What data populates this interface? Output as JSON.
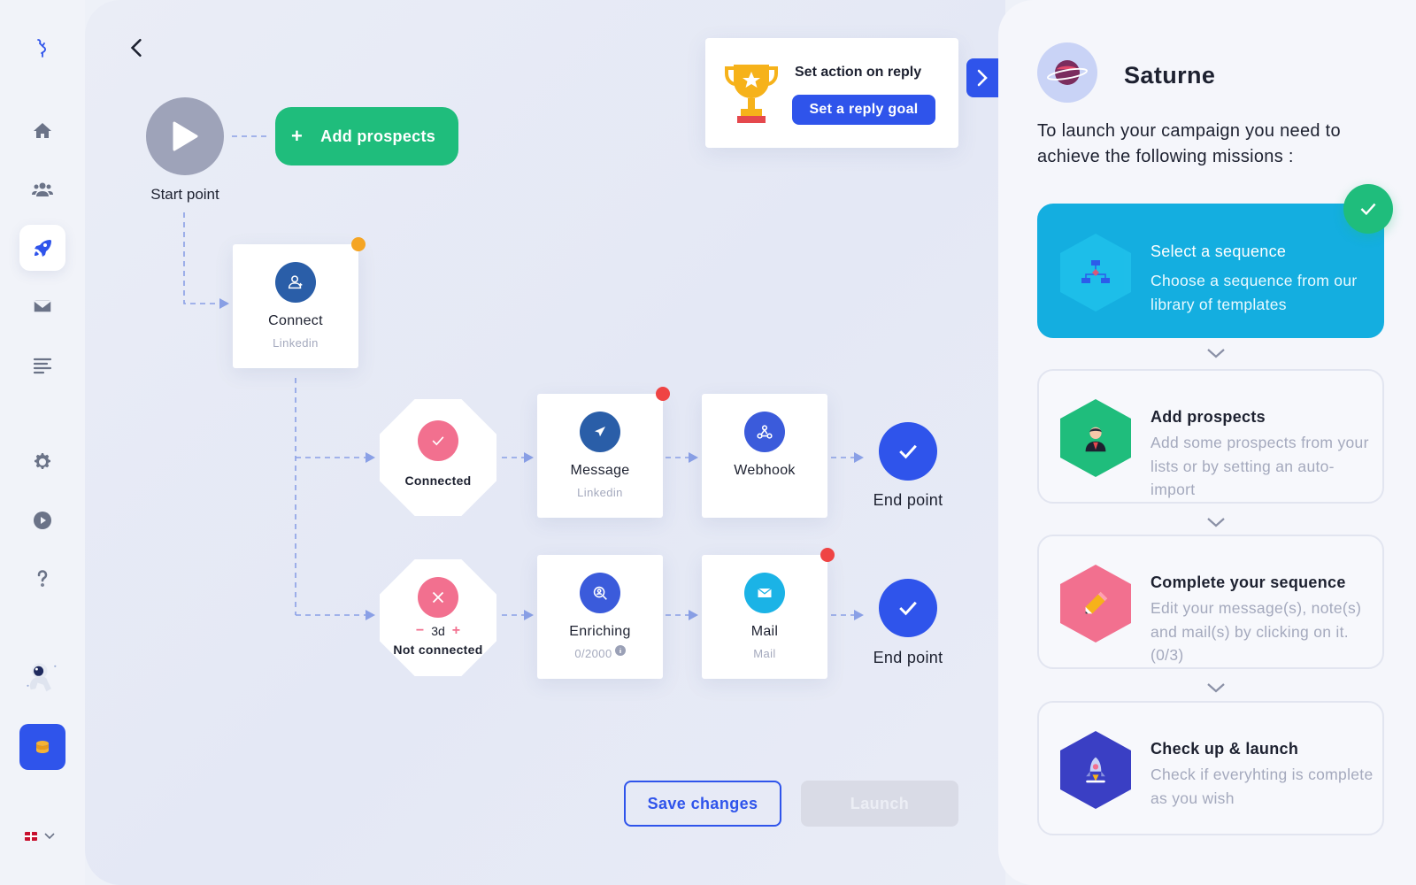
{
  "app": {
    "panel_open_title": "Saturne"
  },
  "sidebar": {
    "items": [
      {
        "name": "logo",
        "icon": "flamingo-logo-icon"
      },
      {
        "name": "home",
        "icon": "home-icon"
      },
      {
        "name": "prospects",
        "icon": "users-icon"
      },
      {
        "name": "campaigns",
        "icon": "rocket-icon",
        "active": true
      },
      {
        "name": "messages",
        "icon": "mail-icon"
      },
      {
        "name": "lists",
        "icon": "list-icon"
      },
      {
        "name": "settings",
        "icon": "gear-icon"
      },
      {
        "name": "tutorials",
        "icon": "play-icon"
      },
      {
        "name": "help",
        "icon": "question-icon"
      },
      {
        "name": "astronaut",
        "icon": "astronaut-icon"
      },
      {
        "name": "credits",
        "icon": "coins-icon"
      }
    ],
    "language": "en-flag-icon"
  },
  "flow": {
    "start_label": "Start point",
    "add_prospects_label": "Add prospects",
    "reply_card": {
      "title": "Set action on reply",
      "button": "Set a reply goal"
    },
    "connect": {
      "title": "Connect",
      "subtitle": "Linkedin"
    },
    "connected": {
      "label": "Connected"
    },
    "not_connected": {
      "label": "Not connected",
      "delay": "3d",
      "minus": "−",
      "plus": "+"
    },
    "message": {
      "title": "Message",
      "subtitle": "Linkedin"
    },
    "webhook": {
      "title": "Webhook"
    },
    "enriching": {
      "title": "Enriching",
      "subtitle": "0/2000"
    },
    "mail": {
      "title": "Mail",
      "subtitle": "Mail"
    },
    "end_label_1": "End point",
    "end_label_2": "End point",
    "save_label": "Save changes",
    "launch_label": "Launch"
  },
  "panel": {
    "title": "Saturne",
    "intro": "To launch your campaign you need to achieve the following missions :",
    "missions": [
      {
        "title": "Select a sequence",
        "desc": "Choose a sequence from our library of templates",
        "done": true
      },
      {
        "title": "Add prospects",
        "desc": "Add some prospects from your lists or by setting an auto-import",
        "done": false
      },
      {
        "title": "Complete your sequence",
        "desc": "Edit your message(s), note(s) and mail(s) by clicking on it. (0/3)",
        "done": false
      },
      {
        "title": "Check up & launch",
        "desc": "Check if everyhting is complete as you wish",
        "done": false
      }
    ]
  },
  "colors": {
    "primary": "#2f54eb",
    "green": "#1fbd7c",
    "pink": "#f2708f",
    "cyan": "#14aee0",
    "orange_dot": "#f5a524",
    "red_dot": "#ef4444"
  }
}
